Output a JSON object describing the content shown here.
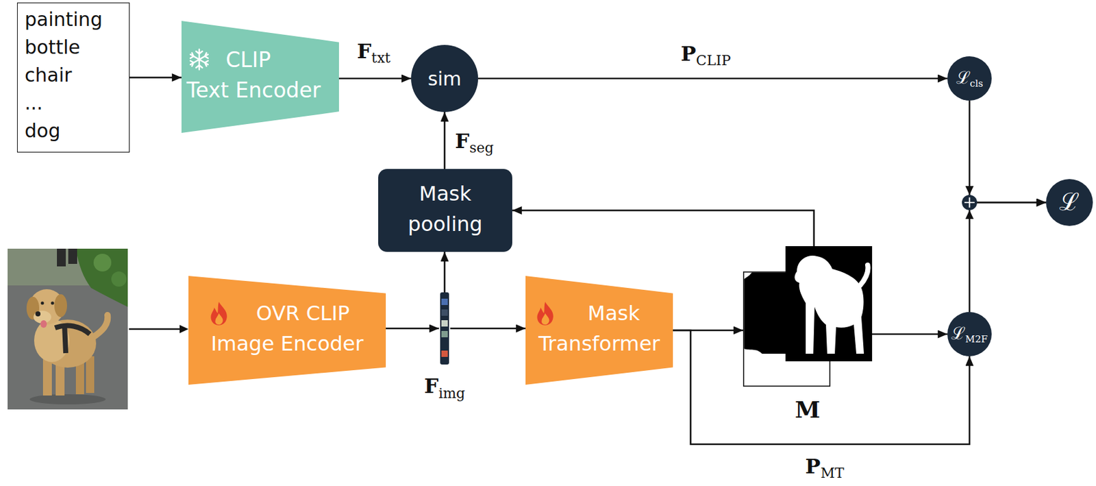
{
  "diagram": {
    "nodes": [
      {
        "text": [
          "painting",
          "bottle",
          "chair",
          "...",
          "dog"
        ]
      },
      {
        "text": [
          "CLIP Text Encoder"
        ]
      },
      {
        "text": [
          "sim"
        ]
      },
      {
        "text": [
          "ℒcls"
        ]
      },
      {
        "text": [
          "ℒ"
        ]
      },
      {
        "text": [
          "Mask pooling"
        ]
      },
      {
        "text": [
          "OVR CLIP Image Encoder"
        ]
      },
      {
        "text": [
          "Fimg"
        ]
      },
      {
        "text": [
          "Mask Transformer"
        ]
      },
      {
        "text": [
          "M"
        ]
      },
      {
        "text": [
          "ℒM2F"
        ]
      }
    ],
    "edges": [
      {
        "from": 0,
        "to": 1,
        "arrow": "to"
      },
      {
        "from": 1,
        "to": 2,
        "arrow": "to",
        "label": "Ftxt"
      },
      {
        "from": 2,
        "to": 3,
        "arrow": "to",
        "label": "PCLIP"
      },
      {
        "from": 3,
        "to": 4,
        "arrow": "to"
      },
      {
        "from": 6,
        "to": 7,
        "arrow": "to"
      },
      {
        "from": 7,
        "to": 8,
        "arrow": "to"
      },
      {
        "from": 7,
        "to": 5,
        "arrow": "to"
      },
      {
        "from": 5,
        "to": 2,
        "arrow": "to",
        "label": "Fseg"
      },
      {
        "from": 8,
        "to": 9,
        "arrow": "to"
      },
      {
        "from": 9,
        "to": 5,
        "arrow": "to"
      },
      {
        "from": 9,
        "to": 10,
        "arrow": "to"
      },
      {
        "from": 8,
        "to": 10,
        "arrow": "to",
        "label": "PMT"
      },
      {
        "from": 10,
        "to": 4,
        "arrow": "to"
      }
    ]
  }
}
